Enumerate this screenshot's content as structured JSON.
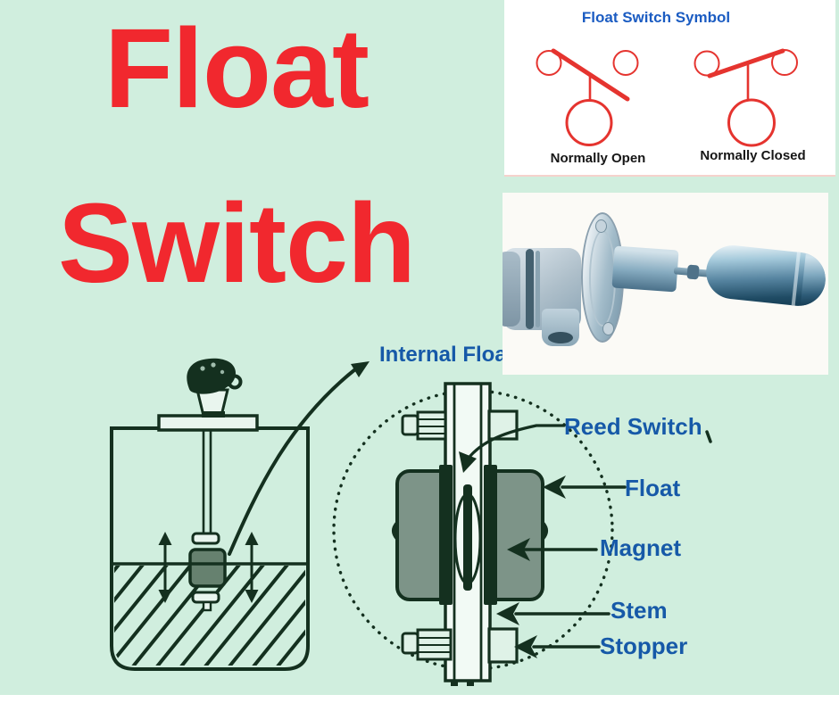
{
  "colors": {
    "background": "#d0eede",
    "title_red": "#f1282e",
    "symbol_red": "#e5342f",
    "panel_title_blue": "#1b5cc2",
    "label_blue": "#1659a8",
    "diagram_line_green": "#14301f",
    "internal_float_fill": "#7d9488",
    "tank_float_fill": "#66816f",
    "panel_white": "#ffffff"
  },
  "title": {
    "line1": "Float",
    "line2": "Switch"
  },
  "symbol_panel": {
    "title": "Float Switch Symbol",
    "symbols": [
      {
        "label": "Normally Open"
      },
      {
        "label": "Normally Closed"
      }
    ]
  },
  "photo_panel": {
    "name": "flanged-float-switch-product-photo"
  },
  "diagram": {
    "callout": "Internal Floa",
    "labels": [
      {
        "text": "Reed Switch"
      },
      {
        "text": "Float"
      },
      {
        "text": "Magnet"
      },
      {
        "text": "Stem"
      },
      {
        "text": "Stopper"
      }
    ]
  }
}
